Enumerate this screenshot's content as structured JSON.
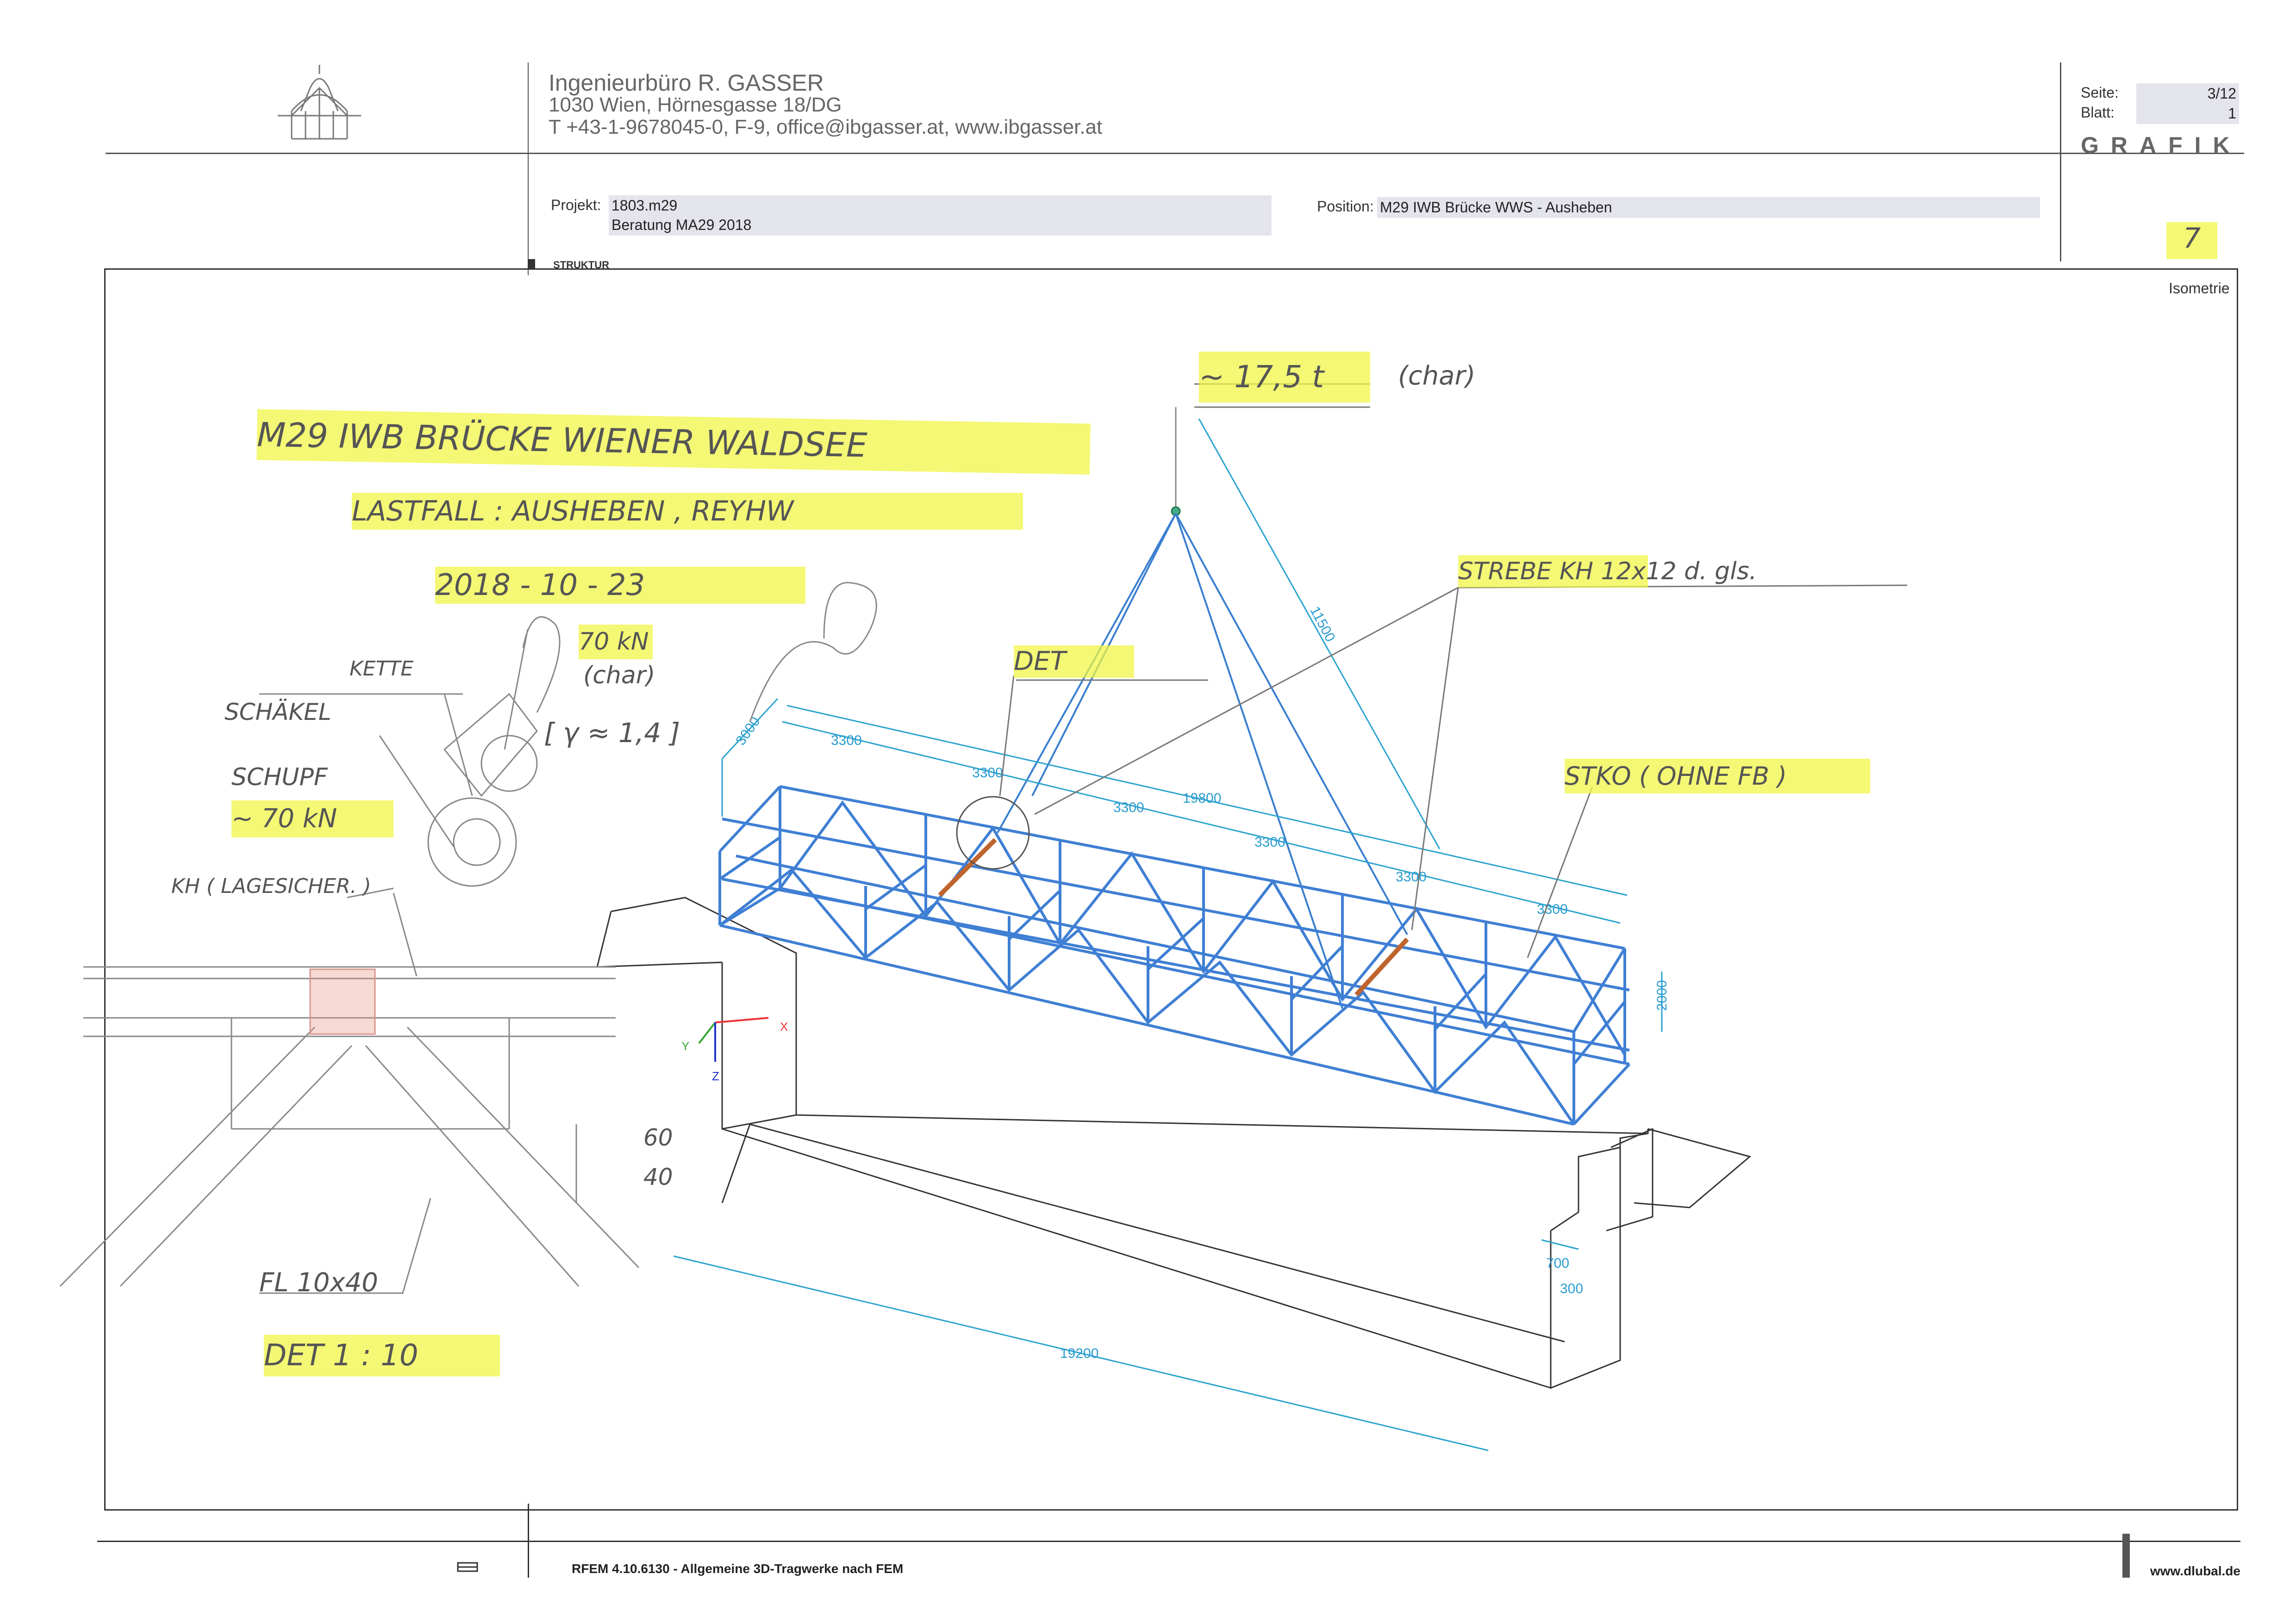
{
  "header": {
    "office_name": "Ingenieurbüro R. GASSER",
    "office_address": "1030 Wien, Hörnesgasse 18/DG",
    "office_contact": "T +43-1-9678045-0,  F-9,  office@ibgasser.at,  www.ibgasser.at",
    "seite_label": "Seite:",
    "seite_value": "3/12",
    "blatt_label": "Blatt:",
    "blatt_value": "1",
    "section_title": "GRAFIK",
    "projekt_label": "Projekt:",
    "projekt_value": "1803.m29",
    "projekt_sub": "Beratung MA29 2018",
    "position_label": "Position:",
    "position_value": "M29 IWB Brücke WWS - Ausheben",
    "struktur_label": "STRUKTUR",
    "page_mark": "7"
  },
  "view": {
    "view_label": "Isometrie",
    "axis_x": "X",
    "axis_y": "Y",
    "axis_z": "Z"
  },
  "dimensions": {
    "d1": "3300",
    "d2": "3300",
    "d3": "3300",
    "d4": "3300",
    "d5": "3300",
    "d6": "3300",
    "total_length": "19800",
    "height": "2000",
    "width": "3000",
    "sling": "11500",
    "pit_length": "19200",
    "offset_700": "700",
    "offset_300": "300"
  },
  "annotations": {
    "title_line1": "M29  IWB  BRÜCKE  WIENER  WALDSEE",
    "title_line2": "LASTFALL : AUSHEBEN  ,  REYHW",
    "date": "2018 - 10 - 23",
    "load": "~ 17,5 t",
    "load_note": "(char)",
    "strebe": "STREBE  KH 12x12  d. gls.",
    "det": "DET",
    "stko": "STKO ( OHNE FB )",
    "kette": "KETTE",
    "schakel": "SCHÄKEL",
    "schupf": "SCHUPF",
    "schupf_load": "~ 70 kN",
    "force": "70 kN",
    "force_note": "(char)",
    "factor": "[ γ ≈ 1,4 ]",
    "kh": "KH ( LAGESICHER. )",
    "fl": "FL 10x40",
    "dim60": "60",
    "dim40": "40",
    "det_scale": "DET   1 : 10"
  },
  "footer": {
    "software": "RFEM 4.10.6130 - Allgemeine 3D-Tragwerke nach FEM",
    "website": "www.dlubal.de"
  }
}
